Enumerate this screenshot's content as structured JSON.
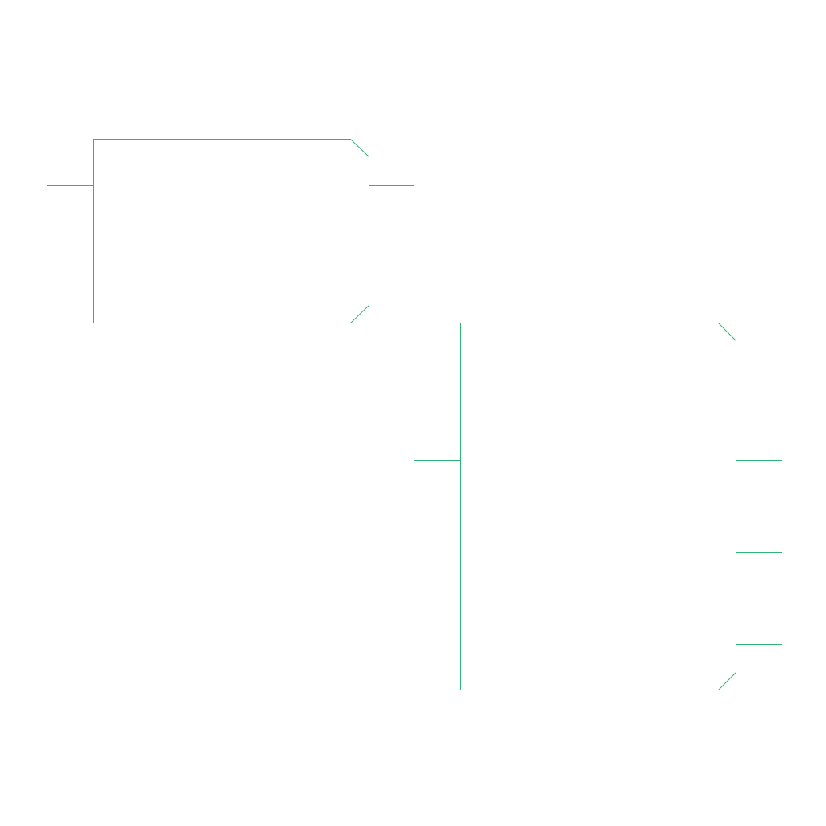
{
  "diagram": {
    "colors": {
      "background": "#ffffff",
      "stroke": "#2bb673"
    },
    "blocks": [
      {
        "id": "block-a",
        "shape": "chamfered-rectangle",
        "input_pins": 2,
        "output_pins": 1
      },
      {
        "id": "block-b",
        "shape": "chamfered-rectangle",
        "input_pins": 2,
        "output_pins": 4
      }
    ]
  }
}
